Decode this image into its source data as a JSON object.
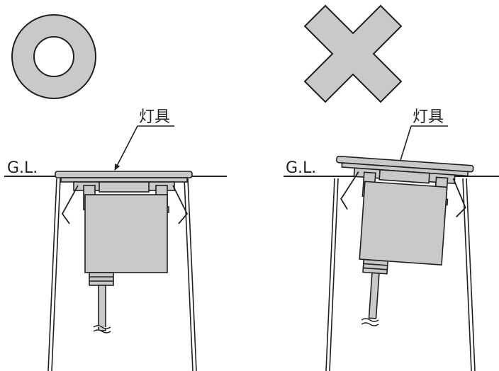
{
  "colors": {
    "fill": "#c8c9ca",
    "stroke": "#231f20",
    "background": "#ffffff"
  },
  "panels": [
    {
      "verdict_icon": "circle-correct-icon",
      "fixture_label": "灯具",
      "ground_label": "G.L."
    },
    {
      "verdict_icon": "cross-incorrect-icon",
      "fixture_label": "灯具",
      "ground_label": "G.L."
    }
  ]
}
